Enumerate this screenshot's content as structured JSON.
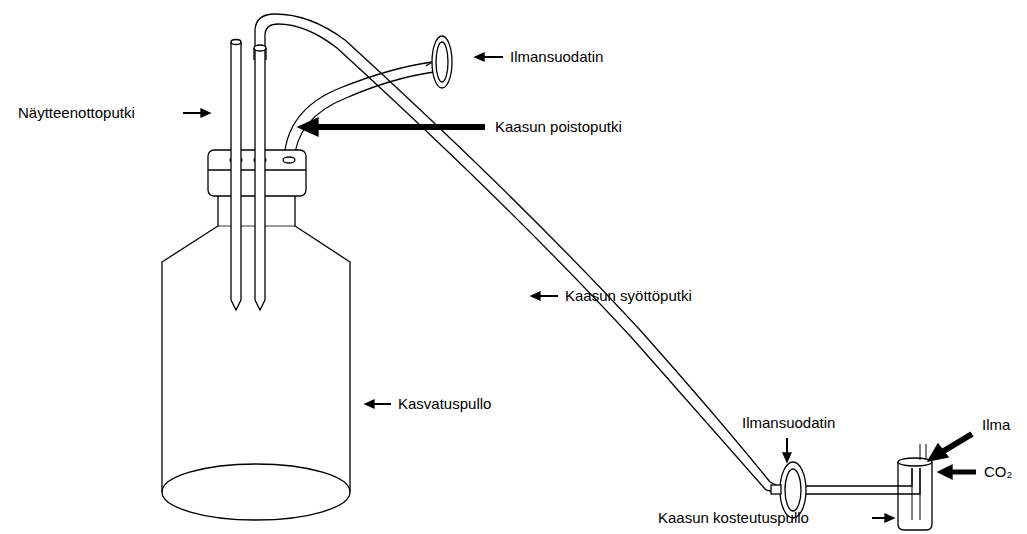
{
  "diagram": {
    "labels": [
      "Näytteenottoputki",
      "Ilmansuodatin",
      "Kaasun poistoputki",
      "Kaasun syöttöputki",
      "Kasvatuspullo",
      "Ilmansuodatin",
      "Ilma",
      "CO₂",
      "Kaasun kosteutuspullo"
    ]
  }
}
